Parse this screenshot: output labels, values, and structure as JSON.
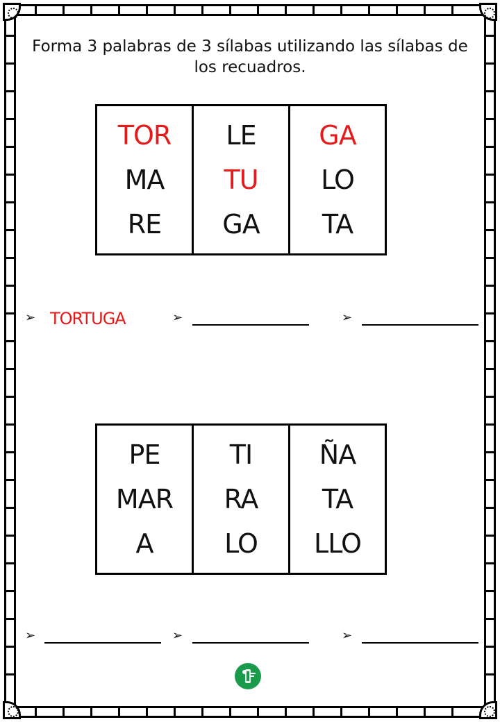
{
  "instructions": "Forma 3 palabras de 3 sílabas utilizando las sílabas de los recuadros.",
  "table1": {
    "columns": [
      {
        "syllables": [
          {
            "text": "TOR",
            "color": "#e31b1b"
          },
          {
            "text": "MA",
            "color": "#111111"
          },
          {
            "text": "RE",
            "color": "#111111"
          }
        ]
      },
      {
        "syllables": [
          {
            "text": "LE",
            "color": "#111111"
          },
          {
            "text": "TU",
            "color": "#e31b1b"
          },
          {
            "text": "GA",
            "color": "#111111"
          }
        ]
      },
      {
        "syllables": [
          {
            "text": "GA",
            "color": "#e31b1b"
          },
          {
            "text": "LO",
            "color": "#111111"
          },
          {
            "text": "TA",
            "color": "#111111"
          }
        ]
      }
    ]
  },
  "answers1": {
    "bullet": "➢",
    "example": "TORTUGA"
  },
  "table2": {
    "columns": [
      {
        "syllables": [
          {
            "text": "PE",
            "color": "#111111"
          },
          {
            "text": "MAR",
            "color": "#111111"
          },
          {
            "text": "A",
            "color": "#111111"
          }
        ]
      },
      {
        "syllables": [
          {
            "text": "TI",
            "color": "#111111"
          },
          {
            "text": "RA",
            "color": "#111111"
          },
          {
            "text": "LO",
            "color": "#111111"
          }
        ]
      },
      {
        "syllables": [
          {
            "text": "ÑA",
            "color": "#111111"
          },
          {
            "text": "TA",
            "color": "#111111"
          },
          {
            "text": "LLO",
            "color": "#111111"
          }
        ]
      }
    ]
  },
  "answers2": {
    "bullet": "➢"
  },
  "colors": {
    "accent_red": "#e31b1b",
    "logo_green": "#1a9b4b"
  },
  "icons": {
    "bullet": "arrow-bullet-icon",
    "logo": "logo-icon"
  }
}
